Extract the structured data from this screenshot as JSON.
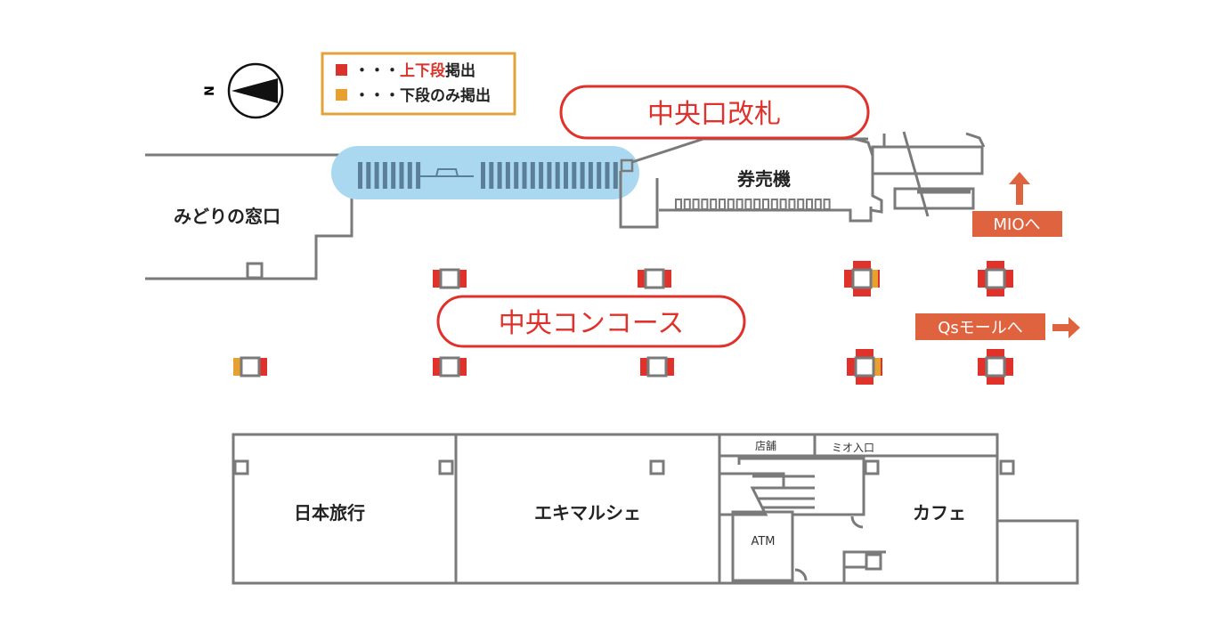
{
  "compass": {
    "north_label": "N"
  },
  "legend": {
    "items": [
      {
        "dots": "・・・",
        "highlight": "上下段",
        "rest": "掲出",
        "color": "#d9332b"
      },
      {
        "dots": "・・・",
        "highlight": "",
        "rest": "下段のみ掲出",
        "color": "#e8a02f"
      }
    ],
    "border_color": "#e3a33b"
  },
  "callouts": {
    "gate": "中央口改札",
    "concourse": "中央コンコース"
  },
  "areas": {
    "midori": "みどりの窓口",
    "ticket_machines": "券売機",
    "nihon_ryoko": "日本旅行",
    "eki_marche": "エキマルシェ",
    "cafe": "カフェ",
    "shop": "店舗",
    "mio_entrance": "ミオ入口",
    "atm": "ATM"
  },
  "directions": {
    "mio": "MIOへ",
    "qs_mall": "Qsモールへ"
  },
  "colors": {
    "accent_red": "#e0312b",
    "sign_orange": "#e0633f",
    "highlight_blue": "#aad8f0",
    "gate_blue": "#5b7f99"
  }
}
